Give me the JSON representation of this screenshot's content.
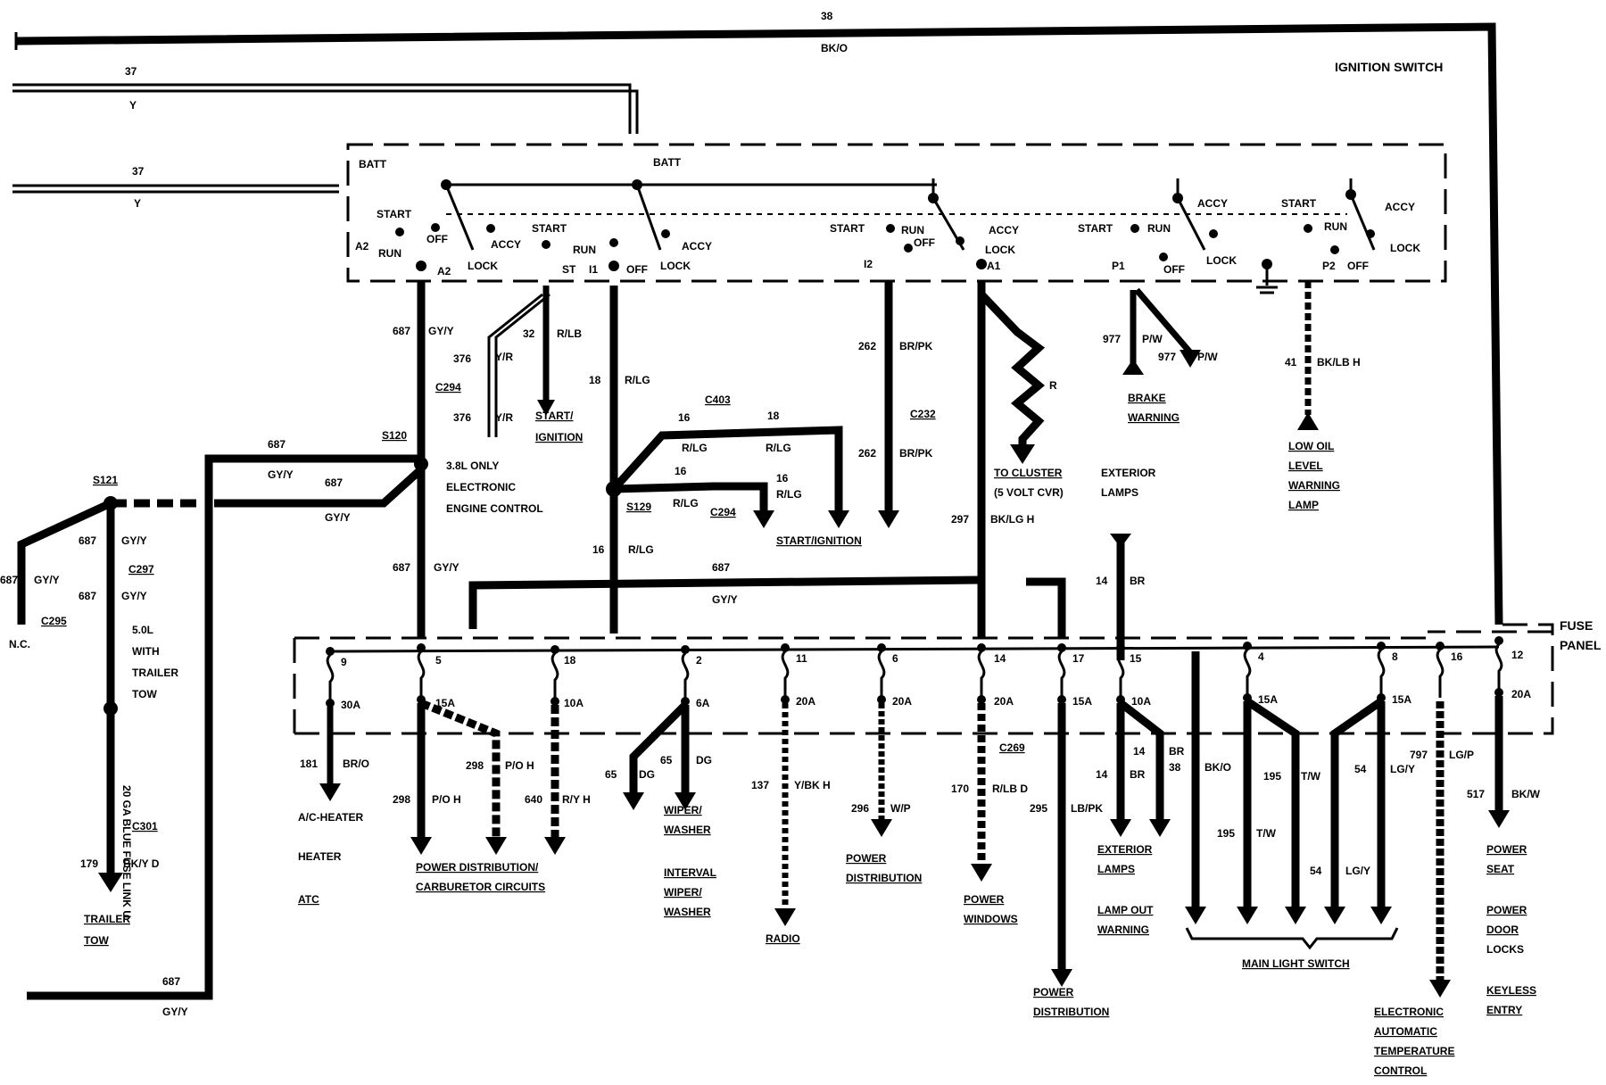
{
  "title": "IGNITION SWITCH",
  "fuse_panel_label": "FUSE PANEL",
  "top_wires": [
    {
      "id": "38",
      "color": "BK/O"
    },
    {
      "id": "37",
      "color": "Y"
    },
    {
      "id": "37",
      "color": "Y"
    }
  ],
  "switch_labels": {
    "batt1": "BATT",
    "batt2": "BATT",
    "start": "START",
    "run": "RUN",
    "off": "OFF",
    "accy": "ACCY",
    "lock": "LOCK",
    "a2": "A2",
    "st": "ST",
    "i1": "I1",
    "i2": "I2",
    "a1": "A1",
    "p1": "P1",
    "p2": "P2"
  },
  "upper_circuits": [
    {
      "wire": "687",
      "color": "GY/Y"
    },
    {
      "wire": "376",
      "color": "Y/R"
    },
    {
      "wire": "32",
      "color": "R/LB"
    },
    {
      "wire": "18",
      "color": "R/LG"
    },
    {
      "wire": "262",
      "color": "BR/PK"
    },
    {
      "wire": "977",
      "color": "P/W"
    },
    {
      "wire": "41",
      "color": "BK/LB H"
    },
    {
      "wire": "297",
      "color": "BK/LG H"
    },
    {
      "wire": "16",
      "color": "R/LG"
    },
    {
      "wire": "14",
      "color": "BR"
    }
  ],
  "connectors": [
    "C294",
    "C403",
    "C232",
    "C297",
    "C295",
    "C301",
    "C269",
    "S120",
    "S121",
    "S129"
  ],
  "destinations": {
    "start_ignition1": "START/ IGNITION",
    "engine_control": "3.8L ONLY ELECTRONIC ENGINE CONTROL",
    "start_ignition2": "START/IGNITION",
    "to_cluster": "TO CLUSTER (5 VOLT CVR)",
    "exterior_lamps_top": "EXTERIOR LAMPS",
    "brake_warning": "BRAKE WARNING",
    "low_oil": "LOW OIL LEVEL WARNING LAMP",
    "trailer_text": "5.0L WITH TRAILER TOW",
    "fuse_link": "20 GA BLUE FUSE LINK U",
    "nc": "N.C.",
    "trailer_tow": "TRAILER TOW",
    "r_label": "R"
  },
  "fuses": [
    {
      "num": "9",
      "amp": "30A"
    },
    {
      "num": "5",
      "amp": "15A"
    },
    {
      "num": "18",
      "amp": "10A"
    },
    {
      "num": "2",
      "amp": "6A"
    },
    {
      "num": "11",
      "amp": "20A"
    },
    {
      "num": "6",
      "amp": "20A"
    },
    {
      "num": "14",
      "amp": "20A"
    },
    {
      "num": "17",
      "amp": "15A"
    },
    {
      "num": "15",
      "amp": "10A"
    },
    {
      "num": "4",
      "amp": "15A"
    },
    {
      "num": "8",
      "amp": "15A"
    },
    {
      "num": "16",
      "amp": ""
    },
    {
      "num": "12",
      "amp": "20A"
    }
  ],
  "lower_circuits": [
    {
      "wire": "181",
      "color": "BR/O"
    },
    {
      "wire": "298",
      "color": "P/O H"
    },
    {
      "wire": "298",
      "color": "P/O H"
    },
    {
      "wire": "640",
      "color": "R/Y H"
    },
    {
      "wire": "65",
      "color": "DG"
    },
    {
      "wire": "65",
      "color": "DG"
    },
    {
      "wire": "137",
      "color": "Y/BK H"
    },
    {
      "wire": "296",
      "color": "W/P"
    },
    {
      "wire": "170",
      "color": "R/LB D"
    },
    {
      "wire": "295",
      "color": "LB/PK"
    },
    {
      "wire": "14",
      "color": "BR"
    },
    {
      "wire": "14",
      "color": "BR"
    },
    {
      "wire": "38",
      "color": "BK/O"
    },
    {
      "wire": "195",
      "color": "T/W"
    },
    {
      "wire": "195",
      "color": "T/W"
    },
    {
      "wire": "54",
      "color": "LG/Y"
    },
    {
      "wire": "54",
      "color": "LG/Y"
    },
    {
      "wire": "797",
      "color": "LG/P"
    },
    {
      "wire": "517",
      "color": "BK/W"
    },
    {
      "wire": "179",
      "color": "BK/Y D"
    }
  ],
  "lower_destinations": {
    "ac_heater": "A/C-HEATER",
    "heater": "HEATER",
    "atc": "ATC",
    "power_dist_carb": "POWER DISTRIBUTION/ CARBURETOR CIRCUITS",
    "wiper_washer": "WIPER/ WASHER",
    "interval_wiper": "INTERVAL WIPER/ WASHER",
    "radio": "RADIO",
    "power_distribution1": "POWER DISTRIBUTION",
    "power_windows": "POWER WINDOWS",
    "power_distribution2": "POWER DISTRIBUTION",
    "exterior_lamps": "EXTERIOR LAMPS",
    "lamp_out": "LAMP OUT WARNING",
    "main_light": "MAIN LIGHT SWITCH",
    "eatc": "ELECTRONIC AUTOMATIC TEMPERATURE CONTROL",
    "power_seat": "POWER SEAT",
    "power_door": "POWER DOOR LOCKS",
    "keyless": "KEYLESS ENTRY"
  }
}
